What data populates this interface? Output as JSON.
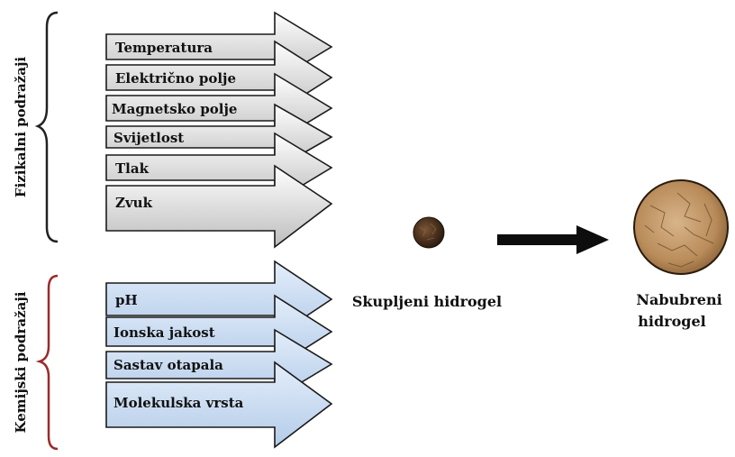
{
  "physical_group": {
    "label": "Fizikalni podražaji",
    "items": [
      "Temperatura",
      "Električno polje",
      "Magnetsko polje",
      "Svijetlost",
      "Tlak",
      "Zvuk"
    ]
  },
  "chemical_group": {
    "label": "Kemijski podražaji",
    "items": [
      "pH",
      "Ionska jakost",
      "Sastav otapala",
      "Molekulska vrsta"
    ]
  },
  "shrunk_hydrogel": {
    "label": "Skupljeni hidrogel"
  },
  "swollen_hydrogel": {
    "line1": "Nabubreni",
    "line2": "hidrogel"
  },
  "colors": {
    "physical_fill": "#dcdcdc",
    "chemical_fill": "#c7d9f0",
    "outline": "#1a1a1a",
    "physical_brace": "#222222",
    "chemical_brace": "#9b2a2a",
    "shrunk_gel": "#4a2f1c",
    "swollen_gel": "#b98c5a"
  }
}
